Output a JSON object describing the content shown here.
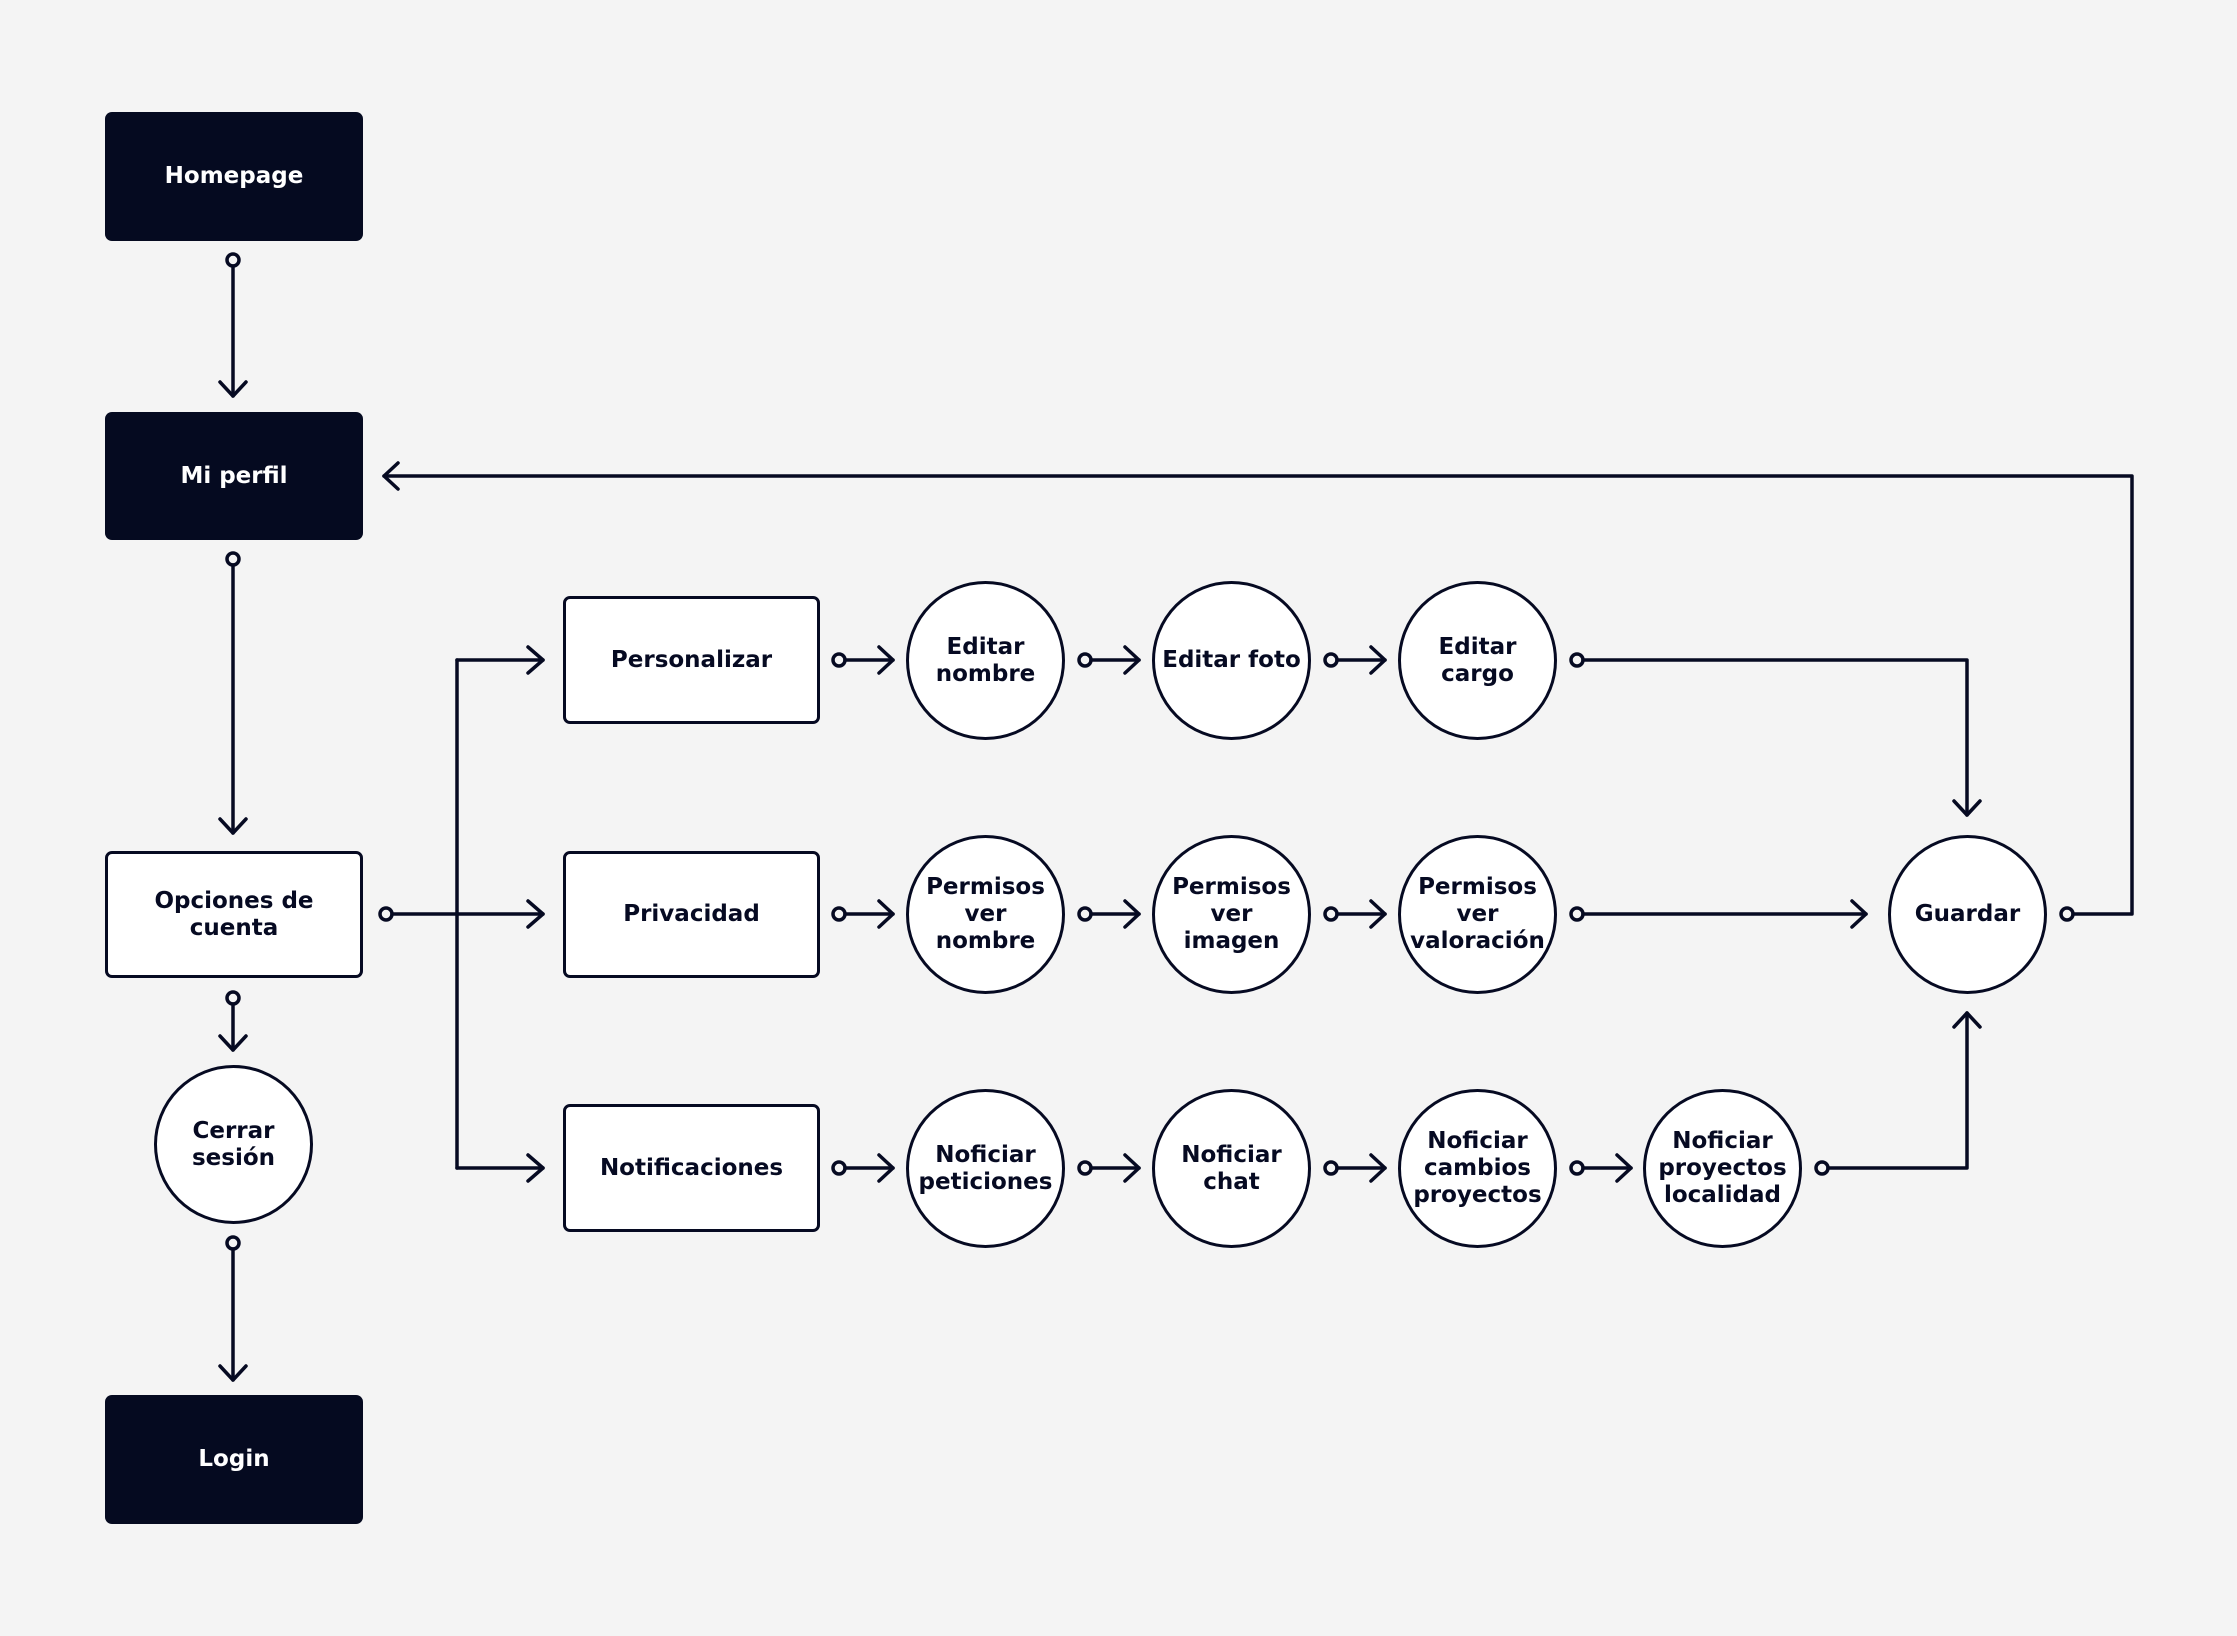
{
  "colors": {
    "background": "#f4f4f4",
    "ink": "#060a22",
    "dark_node": "#050a20",
    "dark_text": "#ffffff"
  },
  "nodes": {
    "homepage": "Homepage",
    "mi_perfil": "Mi perfil",
    "opciones_cuenta": "Opciones de cuenta",
    "cerrar_sesion": "Cerrar\nsesión",
    "login": "Login",
    "personalizar": "Personalizar",
    "privacidad": "Privacidad",
    "notificaciones": "Notificaciones",
    "editar_nombre": "Editar\nnombre",
    "editar_foto": "Editar foto",
    "editar_cargo": "Editar\ncargo",
    "permisos_nombre": "Permisos\nver\nnombre",
    "permisos_imagen": "Permisos\nver\nimagen",
    "permisos_valoracion": "Permisos\nver\nvaloración",
    "noficiar_peticiones": "Noficiar\npeticiones",
    "noficiar_chat": "Noficiar\nchat",
    "noficiar_cambios": "Noficiar\ncambios\nproyectos",
    "noficiar_localidad": "Noficiar\nproyectos\nlocalidad",
    "guardar": "Guardar"
  },
  "edges": [
    {
      "from": "homepage",
      "to": "mi_perfil"
    },
    {
      "from": "mi_perfil",
      "to": "opciones_cuenta"
    },
    {
      "from": "opciones_cuenta",
      "to": "cerrar_sesion"
    },
    {
      "from": "cerrar_sesion",
      "to": "login"
    },
    {
      "from": "opciones_cuenta",
      "to": "personalizar"
    },
    {
      "from": "opciones_cuenta",
      "to": "privacidad"
    },
    {
      "from": "opciones_cuenta",
      "to": "notificaciones"
    },
    {
      "from": "personalizar",
      "to": "editar_nombre"
    },
    {
      "from": "editar_nombre",
      "to": "editar_foto"
    },
    {
      "from": "editar_foto",
      "to": "editar_cargo"
    },
    {
      "from": "editar_cargo",
      "to": "guardar"
    },
    {
      "from": "privacidad",
      "to": "permisos_nombre"
    },
    {
      "from": "permisos_nombre",
      "to": "permisos_imagen"
    },
    {
      "from": "permisos_imagen",
      "to": "permisos_valoracion"
    },
    {
      "from": "permisos_valoracion",
      "to": "guardar"
    },
    {
      "from": "notificaciones",
      "to": "noficiar_peticiones"
    },
    {
      "from": "noficiar_peticiones",
      "to": "noficiar_chat"
    },
    {
      "from": "noficiar_chat",
      "to": "noficiar_cambios"
    },
    {
      "from": "noficiar_cambios",
      "to": "noficiar_localidad"
    },
    {
      "from": "noficiar_localidad",
      "to": "guardar"
    },
    {
      "from": "guardar",
      "to": "mi_perfil"
    }
  ]
}
